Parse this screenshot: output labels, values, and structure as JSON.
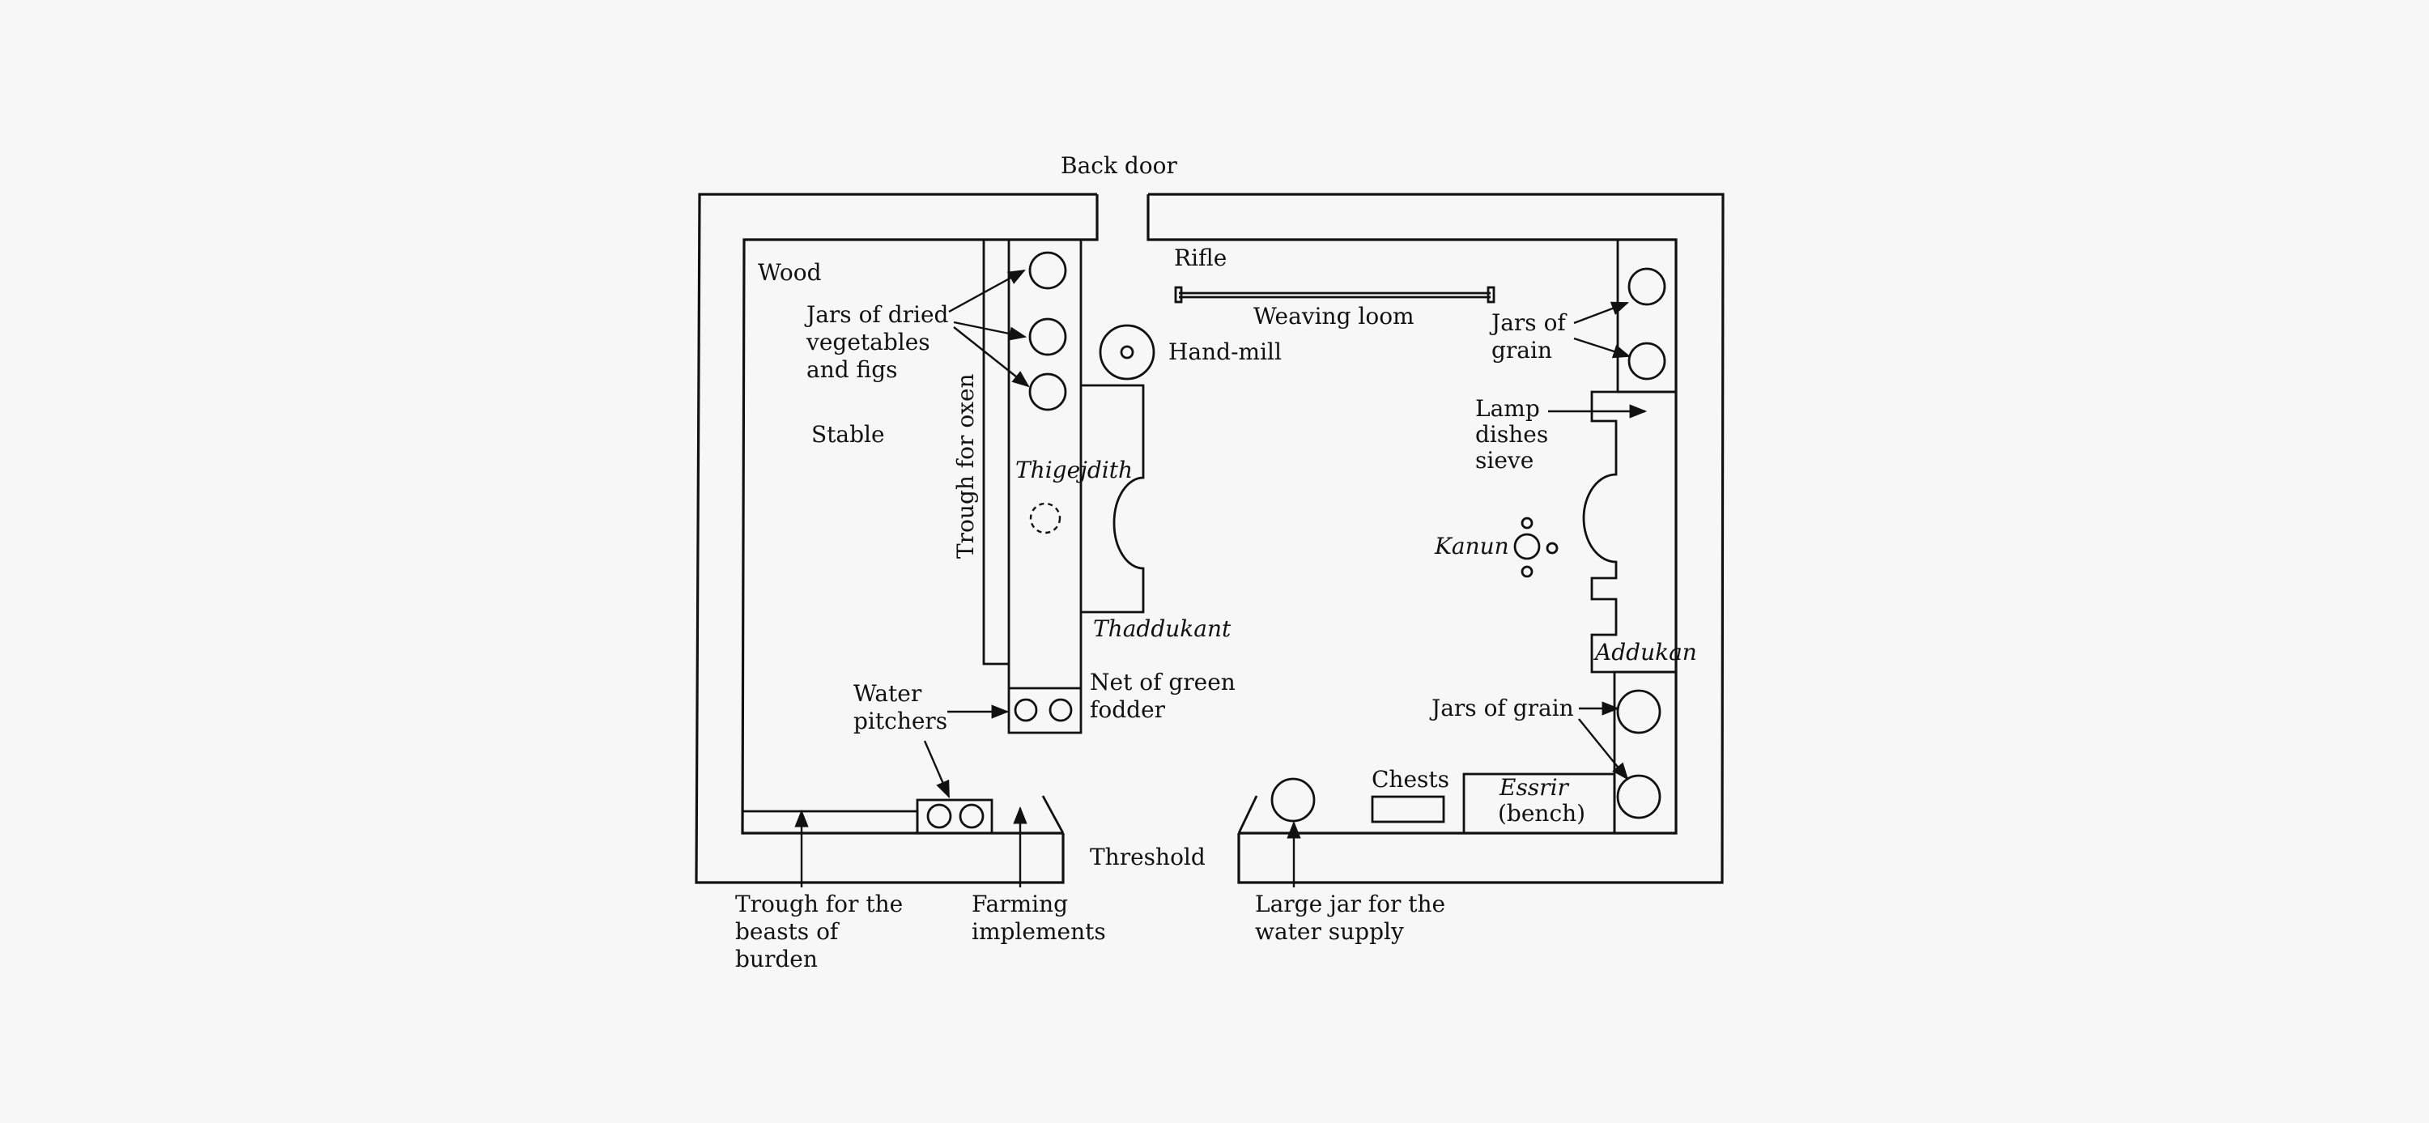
{
  "diagram": {
    "labels": {
      "back_door": "Back door",
      "rifle": "Rifle",
      "weaving_loom": "Weaving loom",
      "hand_mill": "Hand-mill",
      "wood": "Wood",
      "jars_dried_1": "Jars of dried",
      "jars_dried_2": "vegetables",
      "jars_dried_3": "and figs",
      "stable": "Stable",
      "trough_oxen": "Trough for oxen",
      "thigejdith": "Thigejdith",
      "thaddukant": "Thaddukant",
      "net_1": "Net of green",
      "net_2": "fodder",
      "water_pitchers_1": "Water",
      "water_pitchers_2": "pitchers",
      "jars_grain_top_1": "Jars of",
      "jars_grain_top_2": "grain",
      "lamp": "Lamp",
      "dishes": "dishes",
      "sieve": "sieve",
      "kanun": "Kanun",
      "addukan": "Addukan",
      "jars_grain_bottom": "Jars of grain",
      "chests": "Chests",
      "essrir": "Essrir",
      "bench": "(bench)",
      "threshold": "Threshold",
      "trough_beasts_1": "Trough for the",
      "trough_beasts_2": "beasts of",
      "trough_beasts_3": "burden",
      "farming_1": "Farming",
      "farming_2": "implements",
      "large_jar_1": "Large jar for the",
      "large_jar_2": "water supply"
    },
    "colors": {
      "ink": "#111111",
      "background": "#f7f7f7"
    }
  }
}
